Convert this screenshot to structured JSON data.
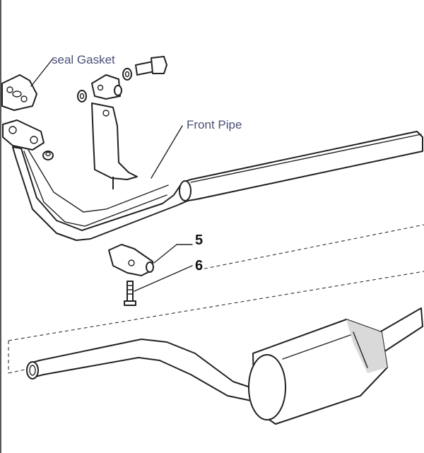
{
  "labels": {
    "seal_gasket": "seal Gasket",
    "front_pipe": "Front Pipe",
    "callout_5": "5",
    "callout_6": "6"
  }
}
